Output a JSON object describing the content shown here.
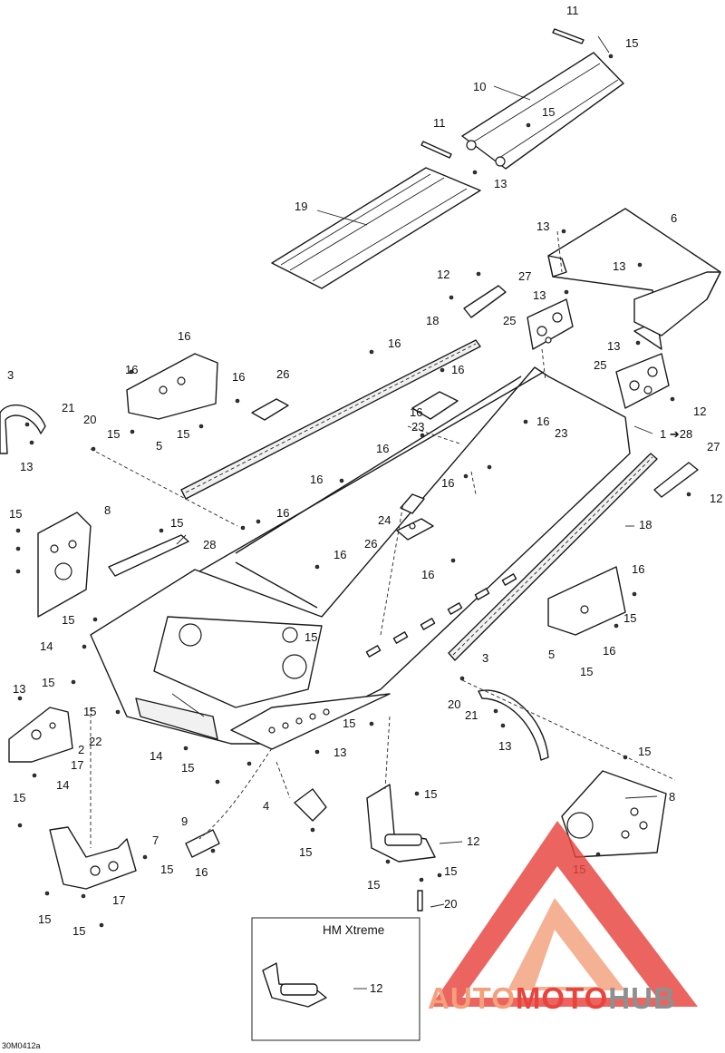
{
  "figure": {
    "reference_code": "30M0412a",
    "inset_title": "HM Xtreme",
    "callouts": [
      {
        "id": "c11a",
        "label": "11"
      },
      {
        "id": "c15a",
        "label": "15"
      },
      {
        "id": "c10",
        "label": "10"
      },
      {
        "id": "c11b",
        "label": "11"
      },
      {
        "id": "c15b",
        "label": "15"
      },
      {
        "id": "c13a",
        "label": "13"
      },
      {
        "id": "c19",
        "label": "19"
      },
      {
        "id": "c6",
        "label": "6"
      },
      {
        "id": "c13b",
        "label": "13"
      },
      {
        "id": "c13c",
        "label": "13"
      },
      {
        "id": "c12a",
        "label": "12"
      },
      {
        "id": "c27a",
        "label": "27"
      },
      {
        "id": "c13d",
        "label": "13"
      },
      {
        "id": "c25a",
        "label": "25"
      },
      {
        "id": "c18a",
        "label": "18"
      },
      {
        "id": "c13e",
        "label": "13"
      },
      {
        "id": "c16a",
        "label": "16"
      },
      {
        "id": "c16b",
        "label": "16"
      },
      {
        "id": "c3a",
        "label": "3"
      },
      {
        "id": "c16c",
        "label": "16"
      },
      {
        "id": "c16d",
        "label": "16"
      },
      {
        "id": "c26a",
        "label": "26"
      },
      {
        "id": "c25b",
        "label": "25"
      },
      {
        "id": "c16e",
        "label": "16"
      },
      {
        "id": "c12b",
        "label": "12"
      },
      {
        "id": "c21a",
        "label": "21"
      },
      {
        "id": "c20a",
        "label": "20"
      },
      {
        "id": "c15c",
        "label": "15"
      },
      {
        "id": "c5a",
        "label": "5"
      },
      {
        "id": "c15d",
        "label": "15"
      },
      {
        "id": "c16f",
        "label": "16"
      },
      {
        "id": "c23a",
        "label": "23"
      },
      {
        "id": "c16g",
        "label": "16"
      },
      {
        "id": "c13f",
        "label": "13"
      },
      {
        "id": "c23b",
        "label": "23"
      },
      {
        "id": "c128",
        "label": "1 ➔28"
      },
      {
        "id": "c16h",
        "label": "16"
      },
      {
        "id": "c27b",
        "label": "27"
      },
      {
        "id": "c16i",
        "label": "16"
      },
      {
        "id": "c16j",
        "label": "16"
      },
      {
        "id": "c12c",
        "label": "12"
      },
      {
        "id": "c15e",
        "label": "15"
      },
      {
        "id": "c8a",
        "label": "8"
      },
      {
        "id": "c16k",
        "label": "16"
      },
      {
        "id": "c24",
        "label": "24"
      },
      {
        "id": "c18b",
        "label": "18"
      },
      {
        "id": "c15f",
        "label": "15"
      },
      {
        "id": "c28",
        "label": "28"
      },
      {
        "id": "c26b",
        "label": "26"
      },
      {
        "id": "c16l",
        "label": "16"
      },
      {
        "id": "c16m",
        "label": "16"
      },
      {
        "id": "c16n",
        "label": "16"
      },
      {
        "id": "c15g",
        "label": "15"
      },
      {
        "id": "c15h",
        "label": "15"
      },
      {
        "id": "c14a",
        "label": "14"
      },
      {
        "id": "c5b",
        "label": "5"
      },
      {
        "id": "c16o",
        "label": "16"
      },
      {
        "id": "c15i",
        "label": "15"
      },
      {
        "id": "c15j",
        "label": "15"
      },
      {
        "id": "c3b",
        "label": "3"
      },
      {
        "id": "c13g",
        "label": "13"
      },
      {
        "id": "c15k",
        "label": "15"
      },
      {
        "id": "c20b",
        "label": "20"
      },
      {
        "id": "c21b",
        "label": "21"
      },
      {
        "id": "c2",
        "label": "2"
      },
      {
        "id": "c22",
        "label": "22"
      },
      {
        "id": "c17a",
        "label": "17"
      },
      {
        "id": "c14b",
        "label": "14"
      },
      {
        "id": "c15l",
        "label": "15"
      },
      {
        "id": "c13h",
        "label": "13"
      },
      {
        "id": "c13i",
        "label": "13"
      },
      {
        "id": "c14c",
        "label": "14"
      },
      {
        "id": "c15m",
        "label": "15"
      },
      {
        "id": "c15n",
        "label": "15"
      },
      {
        "id": "c15o",
        "label": "15"
      },
      {
        "id": "c8b",
        "label": "8"
      },
      {
        "id": "c15p",
        "label": "15"
      },
      {
        "id": "c4",
        "label": "4"
      },
      {
        "id": "c15q",
        "label": "15"
      },
      {
        "id": "c9",
        "label": "9"
      },
      {
        "id": "c7",
        "label": "7"
      },
      {
        "id": "c15r",
        "label": "15"
      },
      {
        "id": "c12d",
        "label": "12"
      },
      {
        "id": "c15s",
        "label": "15"
      },
      {
        "id": "c15t",
        "label": "15"
      },
      {
        "id": "c15u",
        "label": "15"
      },
      {
        "id": "c16p",
        "label": "16"
      },
      {
        "id": "c15v",
        "label": "15"
      },
      {
        "id": "c17b",
        "label": "17"
      },
      {
        "id": "c15w",
        "label": "15"
      },
      {
        "id": "c15x",
        "label": "15"
      },
      {
        "id": "c20c",
        "label": "20"
      },
      {
        "id": "c12e",
        "label": "12"
      }
    ]
  },
  "watermark": {
    "part1": "AUTO",
    "part2": "MOTO",
    "part3": "HUB",
    "color_primary": "#e9433d",
    "color_secondary": "#f4a07c",
    "color_gray": "#8f8f8f"
  }
}
